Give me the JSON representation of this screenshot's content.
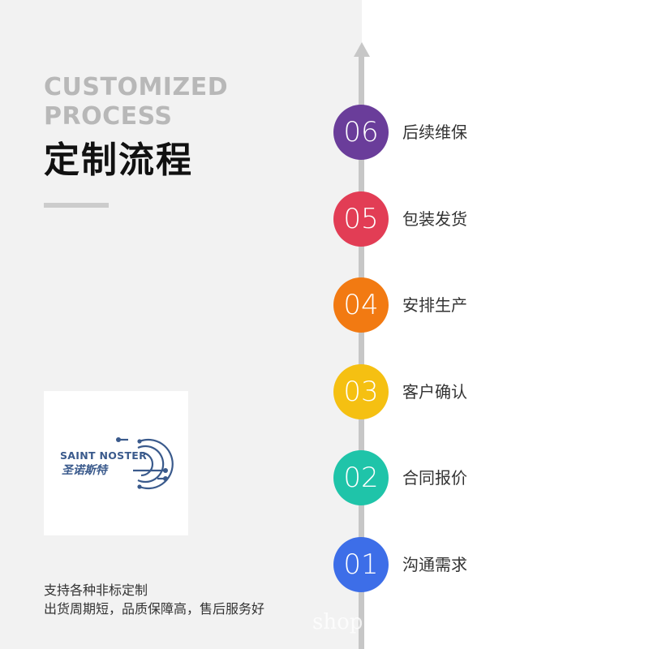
{
  "heading": {
    "en_line1": "CUSTOMIZED",
    "en_line2": "PROCESS",
    "cn": "定制流程"
  },
  "logo": {
    "brand_en": "SAINT NOSTER",
    "brand_cn": "圣诺斯特",
    "color": "#3a5a8c"
  },
  "tagline": {
    "line1": "支持各种非标定制",
    "line2": "出货周期短，品质保障高，售后服务好"
  },
  "steps": [
    {
      "number": "06",
      "label": "后续维保",
      "color": "#6a3d9a"
    },
    {
      "number": "05",
      "label": "包装发货",
      "color": "#e23d55"
    },
    {
      "number": "04",
      "label": "安排生产",
      "color": "#f27a12"
    },
    {
      "number": "03",
      "label": "客户确认",
      "color": "#f5c012"
    },
    {
      "number": "02",
      "label": "合同报价",
      "color": "#1fc4a9"
    },
    {
      "number": "01",
      "label": "沟通需求",
      "color": "#3d6ee8"
    }
  ],
  "watermark": "shop"
}
